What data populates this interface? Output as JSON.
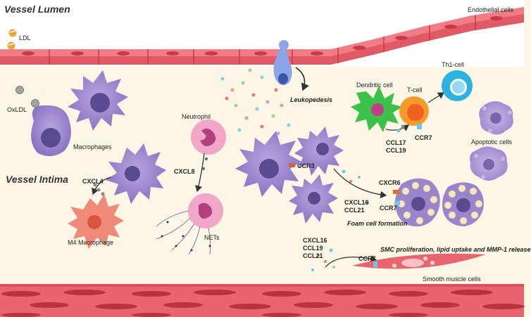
{
  "regions": {
    "lumen": "Vessel Lumen",
    "intima": "Vessel Intima"
  },
  "labels": {
    "endothelial": "Endothelial cells",
    "ldl": "LDL",
    "oxldl": "OxLDL",
    "macrophages": "Macrophages",
    "cxcl4": "CXCL4",
    "m4": "M4 Macrophage",
    "neutrophil": "Neutrophil",
    "cxcl8": "CXCL8",
    "nets": "NETs",
    "leukopedesis": "Leukopedesis",
    "ccr3": "CCR3",
    "dendritic": "Dendritic cell",
    "tcell": "T-cell",
    "th1": "Th1-cell",
    "ccl17": "CCL17",
    "ccl19": "CCL19",
    "ccr7_t": "CCR7",
    "apoptotic": "Apoptotic cells",
    "cxcr6": "CXCR6",
    "cxcl16_a": "CXCL16",
    "ccl21_a": "CCL21",
    "ccr7_f": "CCR7",
    "foam": "Foam cell formation",
    "cxcl16_b": "CXCL16",
    "ccl19_b": "CCL19",
    "ccl21_b": "CCL21",
    "ccr7_s": "CCR7",
    "smc_text": "SMC proliferation, lipid uptake and MMP-1 release",
    "smooth": "Smooth muscle cells"
  },
  "colors": {
    "background": "#fbf6e6",
    "endothelium": "#e05a66",
    "muscle": "#e8646f",
    "macrophage": "#9b86c9",
    "m4_macrophage": "#f08a78",
    "neutrophil": "#f2a6c8",
    "dendritic": "#3cc24a",
    "tcell": "#f59a2a",
    "th1": "#2ab3e0",
    "ldl": "#f0a33a",
    "oxldl": "#9a9a9a"
  }
}
